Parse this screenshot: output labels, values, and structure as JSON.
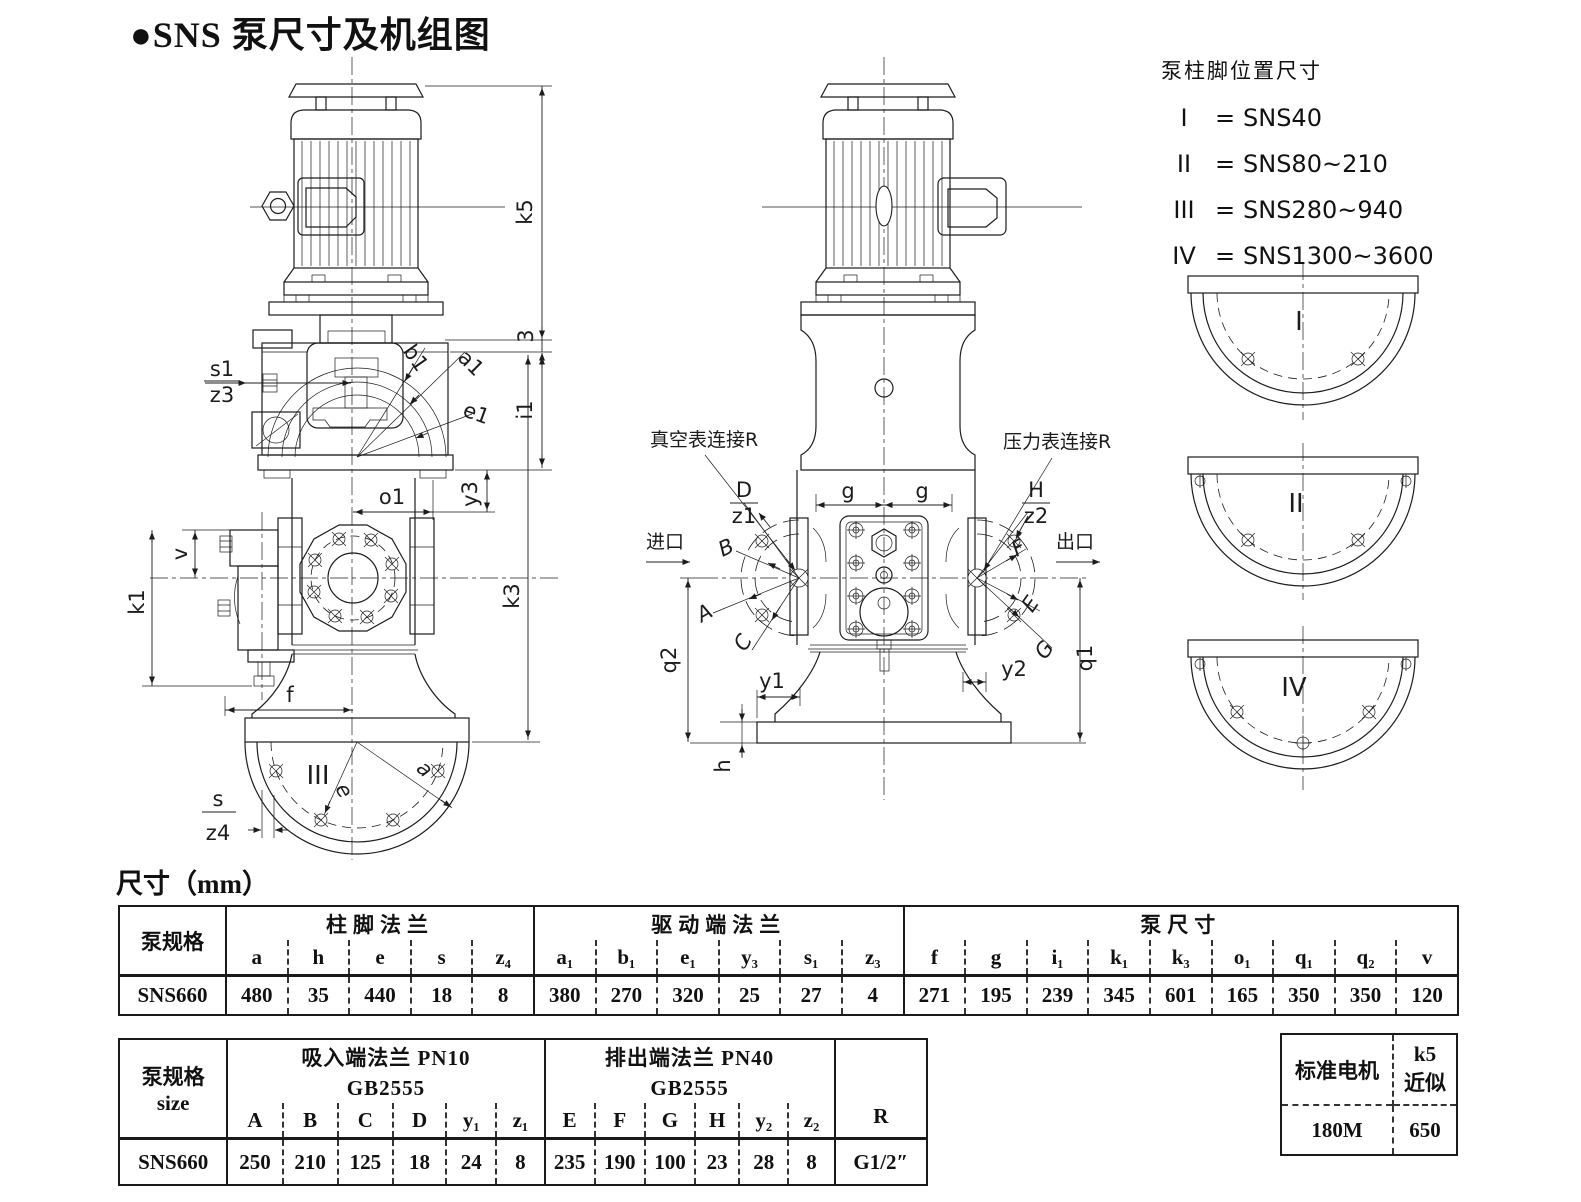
{
  "title": "●SNS 泵尺寸及机组图",
  "legend": {
    "title": "泵柱脚位置尺寸",
    "eq": "=",
    "items": [
      {
        "n": "I",
        "v": "SNS40"
      },
      {
        "n": "II",
        "v": "SNS80~210"
      },
      {
        "n": "III",
        "v": "SNS280~940"
      },
      {
        "n": "IV",
        "v": "SNS1300~3600"
      }
    ]
  },
  "drawing_labels": {
    "left": {
      "s1": "s1",
      "z3": "z3",
      "b1": "b1",
      "a1": "a1",
      "e1": "e1",
      "gap3": "3",
      "i1": "i1",
      "k5": "k5",
      "o1": "o1",
      "y3": "y3",
      "v": "v",
      "k1": "k1",
      "k3": "k3",
      "f": "f",
      "foot_size": "III",
      "e": "e",
      "a": "a",
      "s": "s",
      "z4": "z4"
    },
    "middle": {
      "vacuum_conn": "真空表连接R",
      "pressure_conn": "压力表连接R",
      "D": "D",
      "z1": "z1",
      "H": "H",
      "z2": "z2",
      "inlet": "进口",
      "outlet": "出口",
      "B": "B",
      "A": "A",
      "C": "C",
      "F": "F",
      "E": "E",
      "G": "G",
      "g_left": "g",
      "g_right": "g",
      "q2": "q2",
      "y1": "y1",
      "y2": "y2",
      "q1": "q1",
      "h": "h"
    },
    "feet": {
      "f1": "I",
      "f2": "II",
      "f3": "IV"
    }
  },
  "dim_note": "尺寸（mm）",
  "table1": {
    "corner": "泵规格",
    "groups": [
      {
        "label": "柱脚法兰"
      },
      {
        "label": "驱动端法兰"
      },
      {
        "label": "泵尺寸"
      }
    ],
    "columns": [
      "a",
      "h",
      "e",
      "s",
      "z₄",
      "a₁",
      "b₁",
      "e₁",
      "y₃",
      "s₁",
      "z₃",
      "f",
      "g",
      "i₁",
      "k₁",
      "k₃",
      "o₁",
      "q₁",
      "q₂",
      "v"
    ],
    "row": {
      "name": "SNS660",
      "values": [
        "480",
        "35",
        "440",
        "18",
        "8",
        "380",
        "270",
        "320",
        "25",
        "27",
        "4",
        "271",
        "195",
        "239",
        "345",
        "601",
        "165",
        "350",
        "350",
        "120"
      ]
    }
  },
  "table2": {
    "corner_line1": "泵规格",
    "corner_line2": "size",
    "groups": [
      {
        "label": "吸入端法兰 PN10",
        "std": "GB2555"
      },
      {
        "label": "排出端法兰 PN40",
        "std": "GB2555"
      }
    ],
    "columns": [
      "A",
      "B",
      "C",
      "D",
      "y₁",
      "z₁",
      "E",
      "F",
      "G",
      "H",
      "y₂",
      "z₂"
    ],
    "r_label": "R",
    "row": {
      "name": "SNS660",
      "values": [
        "250",
        "210",
        "125",
        "18",
        "24",
        "8",
        "235",
        "190",
        "100",
        "23",
        "28",
        "8"
      ],
      "r": "G1/2″"
    }
  },
  "motor_table": {
    "col1": "标准电机",
    "col2a": "k5",
    "col2b": "近似",
    "val1": "180M",
    "val2": "650"
  }
}
